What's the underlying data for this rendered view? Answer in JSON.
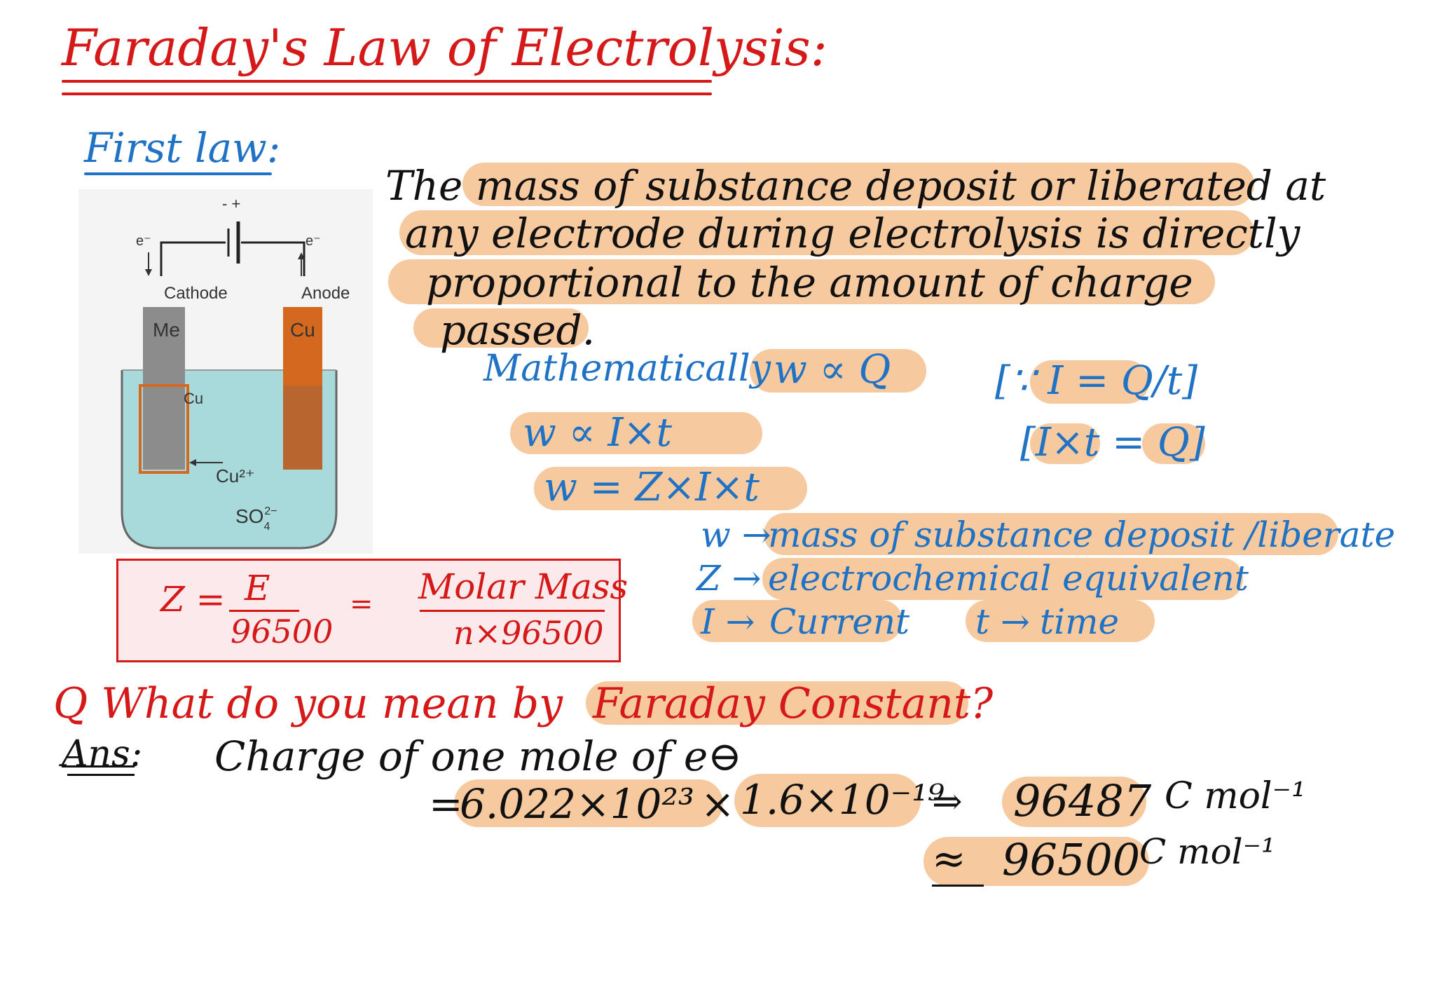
{
  "title": "Faraday's Law of Electrolysis:",
  "first_law": {
    "heading": "First law:",
    "statement_lines": [
      "The mass of substance deposit or liberated at",
      "any electrode during electrolysis is directly",
      "proportional to the amount of charge",
      "passed."
    ]
  },
  "diagram": {
    "terminals": "- +",
    "electron_left": "e⁻",
    "electron_right": "e⁻",
    "cathode_label": "Cathode",
    "anode_label": "Anode",
    "cathode_metal": "Me",
    "anode_metal": "Cu",
    "deposit_label": "Cu",
    "ion_label": "Cu²⁺",
    "sulfate_base": "SO",
    "sulfate_sub": "4",
    "sulfate_sup": "2−",
    "colors": {
      "cathode": "#8c8c8c",
      "anode": "#d4681f",
      "solution": "#a8dadb",
      "deposit": "#d4681f"
    }
  },
  "math": {
    "mathematically_label": "Mathematically",
    "w_prop_q": "w ∝ Q",
    "w_prop_it": "w ∝ I×t",
    "w_eq_zit": "w = Z×I×t",
    "current_def": "[∵ I = Q/t]",
    "charge_def": "[I×t = Q]"
  },
  "definitions": [
    {
      "symbol": "w →",
      "text": "mass of substance deposit /liberate"
    },
    {
      "symbol": "Z →",
      "text": "electrochemical equivalent"
    },
    {
      "symbol": "I →",
      "text": "Current"
    },
    {
      "symbol": "t →",
      "text": "time"
    }
  ],
  "z_formula": {
    "lhs": "Z =",
    "num1": "E",
    "den1": "96500",
    "eq": "=",
    "num2": "Molar Mass",
    "den2": "n×96500"
  },
  "question": {
    "q": "Q What do you mean by",
    "q_highlight": "Faraday Constant?",
    "ans_label": "Ans:",
    "ans_line1": "Charge of one mole of e⊖",
    "ans_eq_prefix": "=",
    "ans_avogadro": "6.022×10²³",
    "ans_times": "×",
    "ans_charge": "1.6×10⁻¹⁹",
    "ans_implies": "⇒",
    "ans_value": "96487",
    "ans_unit": "C mol⁻¹",
    "approx_symbol": "≈",
    "approx_value": "96500",
    "approx_unit": "C mol⁻¹"
  }
}
